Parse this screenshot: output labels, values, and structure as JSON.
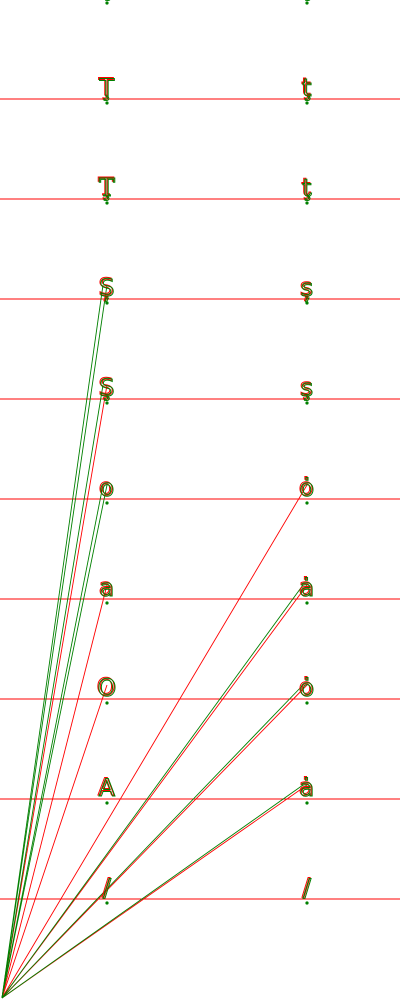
{
  "colors": {
    "guide_line": "#ff0000",
    "outline_red": "#ff0000",
    "outline_green": "#008000",
    "background": "#ffffff"
  },
  "rows": [
    {
      "left": "Ç",
      "right": "Ç",
      "left_style": "sans",
      "right_style": "sans"
    },
    {
      "left": "Ţ",
      "right": "ţ",
      "left_style": "sans",
      "right_style": "sans"
    },
    {
      "left": "Ţ",
      "right": "ţ",
      "left_style": "serif",
      "right_style": "serif"
    },
    {
      "left": "Ș",
      "right": "ș",
      "left_style": "sans",
      "right_style": "sans"
    },
    {
      "left": "Ş",
      "right": "ş",
      "left_style": "sans",
      "right_style": "sans"
    },
    {
      "left": "o",
      "right": "ȯ",
      "left_style": "sans",
      "right_style": "sans"
    },
    {
      "left": "a",
      "right": "ȧ",
      "left_style": "sans",
      "right_style": "sans"
    },
    {
      "left": "O",
      "right": "ȯ",
      "left_style": "sans",
      "right_style": "sans"
    },
    {
      "left": "A",
      "right": "ȧ",
      "left_style": "sans",
      "right_style": "sans"
    },
    {
      "left": "/",
      "right": "/",
      "left_style": "sans",
      "right_style": "sans"
    }
  ],
  "rays": {
    "targets": [
      {
        "row": 3,
        "col": "left",
        "color": "green"
      },
      {
        "row": 4,
        "col": "left",
        "color": "red"
      },
      {
        "row": 5,
        "col": "left",
        "color": "green"
      },
      {
        "row": 6,
        "col": "left",
        "color": "red"
      },
      {
        "row": 7,
        "col": "left",
        "color": "red"
      },
      {
        "row": 5,
        "col": "right",
        "color": "red"
      },
      {
        "row": 6,
        "col": "right",
        "color": "red"
      },
      {
        "row": 7,
        "col": "right",
        "color": "red"
      },
      {
        "row": 8,
        "col": "right",
        "color": "red"
      },
      {
        "row": 3,
        "col": "left",
        "color": "green2"
      },
      {
        "row": 4,
        "col": "left",
        "color": "green2"
      },
      {
        "row": 5,
        "col": "left",
        "color": "green2"
      },
      {
        "row": 6,
        "col": "right",
        "color": "green2"
      },
      {
        "row": 7,
        "col": "right",
        "color": "green2"
      },
      {
        "row": 8,
        "col": "right",
        "color": "green2"
      }
    ]
  }
}
